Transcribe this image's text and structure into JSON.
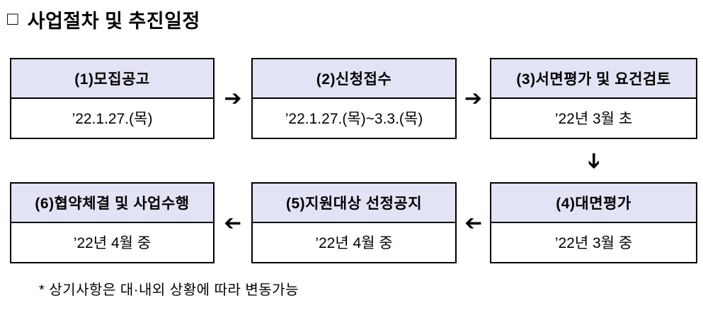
{
  "page": {
    "title": "사업절차 및 추진일정",
    "footnote": "* 상기사항은 대·내외 상황에 따라 변동가능"
  },
  "icons": {
    "section_square": "□",
    "arrow": "➔"
  },
  "steps": [
    {
      "label": "(1)모집공고",
      "date": "’22.1.27.(목)"
    },
    {
      "label": "(2)신청접수",
      "date": "’22.1.27.(목)~3.3.(목)"
    },
    {
      "label": "(3)서면평가 및 요건검토",
      "date": "’22년 3월 초"
    },
    {
      "label": "(4)대면평가",
      "date": "’22년 3월 중"
    },
    {
      "label": "(5)지원대상 선정공지",
      "date": "’22년 4월 중"
    },
    {
      "label": "(6)협약체결 및 사업수행",
      "date": "’22년 4월 중"
    }
  ],
  "colors": {
    "header_bg": "#e3e3f6",
    "border": "#000000",
    "text": "#000000",
    "background": "#ffffff"
  }
}
